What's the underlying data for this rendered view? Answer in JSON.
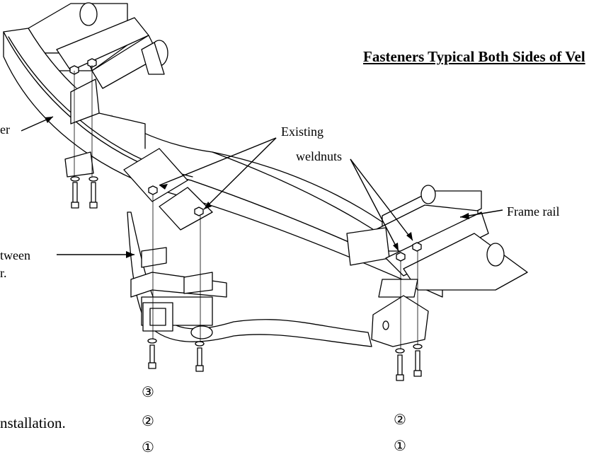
{
  "title": "Fasteners Typical Both Sides of Vel",
  "labels": {
    "bumper": "er",
    "existing_1": "Existing",
    "existing_2": "weldnuts",
    "frame_rail": "Frame rail",
    "between_1": "tween",
    "between_2": "r.",
    "installation": "nstallation."
  },
  "callouts_left": [
    "③",
    "②",
    "①"
  ],
  "callouts_right": [
    "②",
    "①"
  ]
}
